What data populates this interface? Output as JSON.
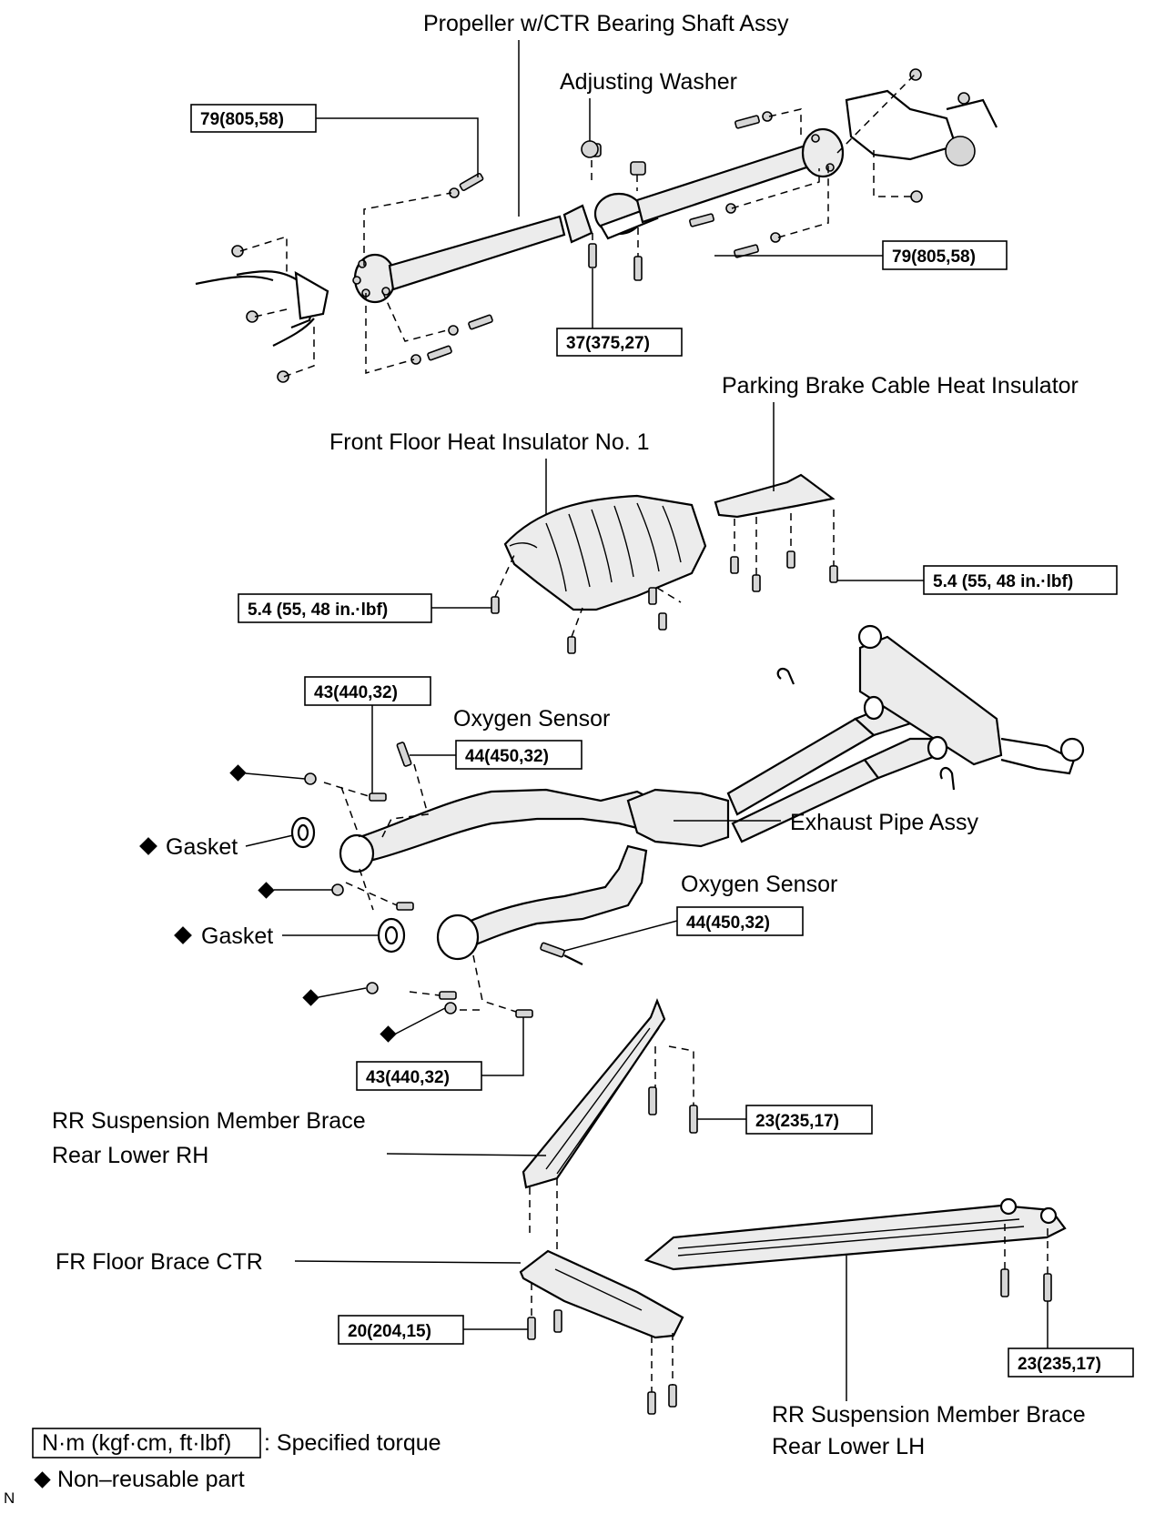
{
  "labels": {
    "propeller_shaft": "Propeller w/CTR Bearing Shaft Assy",
    "adjusting_washer": "Adjusting Washer",
    "parking_brake_insulator": "Parking Brake Cable Heat Insulator",
    "front_floor_insulator": "Front Floor Heat Insulator No. 1",
    "oxygen_sensor_1": "Oxygen Sensor",
    "oxygen_sensor_2": "Oxygen Sensor",
    "exhaust_pipe": "Exhaust Pipe Assy",
    "gasket_1": "Gasket",
    "gasket_2": "Gasket",
    "rr_brace_rh_line1": "RR Suspension Member Brace",
    "rr_brace_rh_line2": "Rear Lower RH",
    "fr_floor_brace": "FR Floor Brace CTR",
    "rr_brace_lh_line1": "RR Suspension Member Brace",
    "rr_brace_lh_line2": "Rear Lower LH"
  },
  "torques": {
    "t_prop_front": "79(805,58)",
    "t_prop_rear": "79(805,58)",
    "t_ctr_bearing": "37(375,27)",
    "t_floor_insul": "5.4 (55, 48 in.·lbf)",
    "t_pbrake_insul": "5.4 (55, 48 in.·lbf)",
    "t_exh_upper": "43(440,32)",
    "t_o2_upper": "44(450,32)",
    "t_o2_lower": "44(450,32)",
    "t_exh_lower": "43(440,32)",
    "t_brace_rh": "23(235,17)",
    "t_floor_brace": "20(204,15)",
    "t_brace_lh": "23(235,17)"
  },
  "legend": {
    "unit_box": "N·m (kgf·cm, ft·lbf)",
    "unit_text": ": Specified torque",
    "nonreusable": "Non–reusable part",
    "corner_mark": "N"
  }
}
